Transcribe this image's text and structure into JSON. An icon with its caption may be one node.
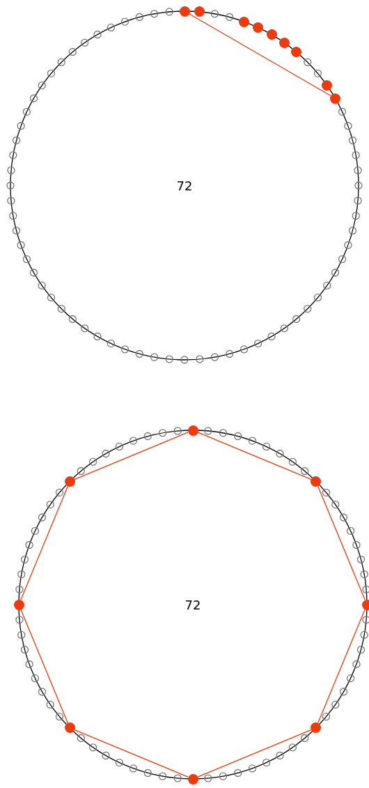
{
  "diagram": {
    "nodes": [
      {
        "text": [],
        "shape": "circle"
      },
      {
        "text": [],
        "shape": "circle"
      },
      {
        "text": [],
        "shape": "circle"
      },
      {
        "text": [],
        "shape": "circle"
      },
      {
        "text": [],
        "shape": "circle"
      },
      {
        "text": [],
        "shape": "circle"
      },
      {
        "text": [],
        "shape": "circle"
      },
      {
        "text": [],
        "shape": "circle"
      },
      {
        "text": [],
        "shape": "circle"
      },
      {
        "text": [],
        "shape": "circle"
      },
      {
        "text": [],
        "shape": "circle"
      },
      {
        "text": [],
        "shape": "circle"
      },
      {
        "text": [],
        "shape": "circle"
      },
      {
        "text": [],
        "shape": "circle"
      },
      {
        "text": [],
        "shape": "circle"
      },
      {
        "text": [],
        "shape": "circle"
      },
      {
        "text": [],
        "shape": "circle"
      }
    ],
    "edges": [
      {
        "from": 0,
        "to": 8,
        "arrow": "none"
      },
      {
        "from": 9,
        "to": 10,
        "arrow": "none"
      },
      {
        "from": 10,
        "to": 11,
        "arrow": "none"
      },
      {
        "from": 11,
        "to": 12,
        "arrow": "none"
      },
      {
        "from": 12,
        "to": 13,
        "arrow": "none"
      },
      {
        "from": 13,
        "to": 14,
        "arrow": "none"
      },
      {
        "from": 14,
        "to": 15,
        "arrow": "none"
      },
      {
        "from": 15,
        "to": 16,
        "arrow": "none"
      },
      {
        "from": 16,
        "to": 9,
        "arrow": "none"
      }
    ],
    "labels": [
      "72",
      "72"
    ]
  }
}
